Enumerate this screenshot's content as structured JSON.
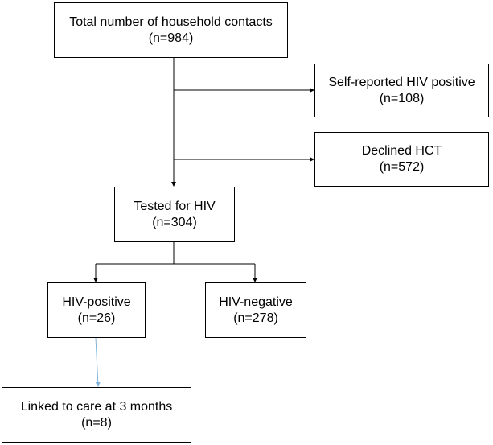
{
  "colors": {
    "line": "#000000",
    "accent_line": "#7fb2d9",
    "box_border": "#000000",
    "text": "#000000"
  },
  "nodes": {
    "total": {
      "title": "Total number of household contacts",
      "count": "(n=984)"
    },
    "selfpos": {
      "title": "Self-reported HIV positive",
      "count": "(n=108)"
    },
    "declined": {
      "title": "Declined HCT",
      "count": "(n=572)"
    },
    "tested": {
      "title": "Tested for HIV",
      "count": "(n=304)"
    },
    "hivpos": {
      "title": "HIV-positive",
      "count": "(n=26)"
    },
    "hivneg": {
      "title": "HIV-negative",
      "count": "(n=278)"
    },
    "linked": {
      "title": "Linked to care at 3 months",
      "count": "(n=8)"
    }
  }
}
